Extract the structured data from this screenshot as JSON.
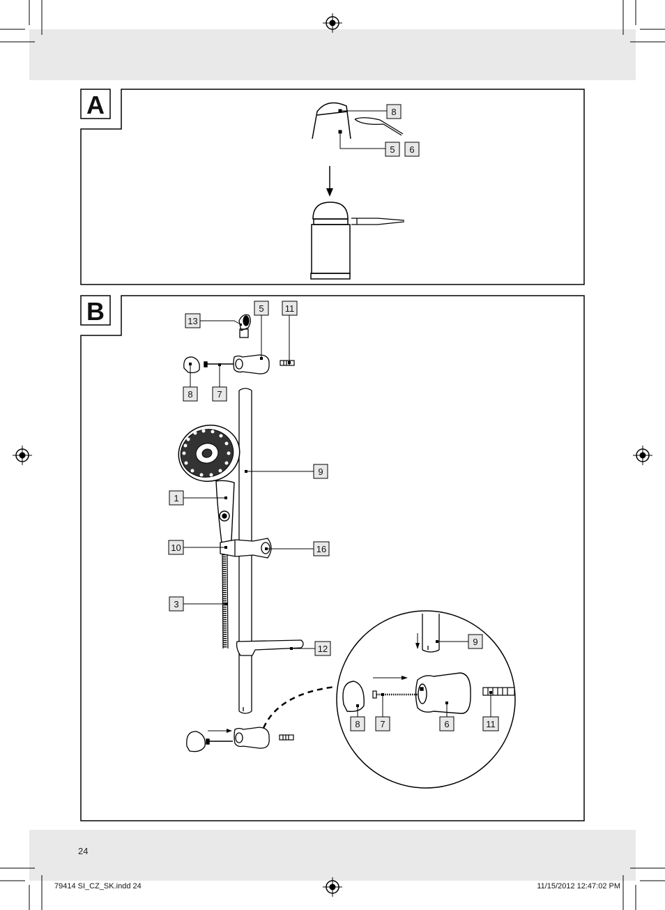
{
  "page": {
    "number": "24",
    "slug_file": "79414 SI_CZ_SK.indd   24",
    "slug_date": "11/15/2012   12:47:02 PM"
  },
  "figure_a": {
    "letter": "A",
    "callouts": {
      "c8": "8",
      "c5": "5",
      "c6": "6"
    }
  },
  "figure_b": {
    "letter": "B",
    "callouts": {
      "c13": "13",
      "c5": "5",
      "c11": "11",
      "c8": "8",
      "c7": "7",
      "c9": "9",
      "c1": "1",
      "c10": "10",
      "c16": "16",
      "c3": "3",
      "c12": "12",
      "d9": "9",
      "d8": "8",
      "d7": "7",
      "d6": "6",
      "d11": "11"
    }
  }
}
